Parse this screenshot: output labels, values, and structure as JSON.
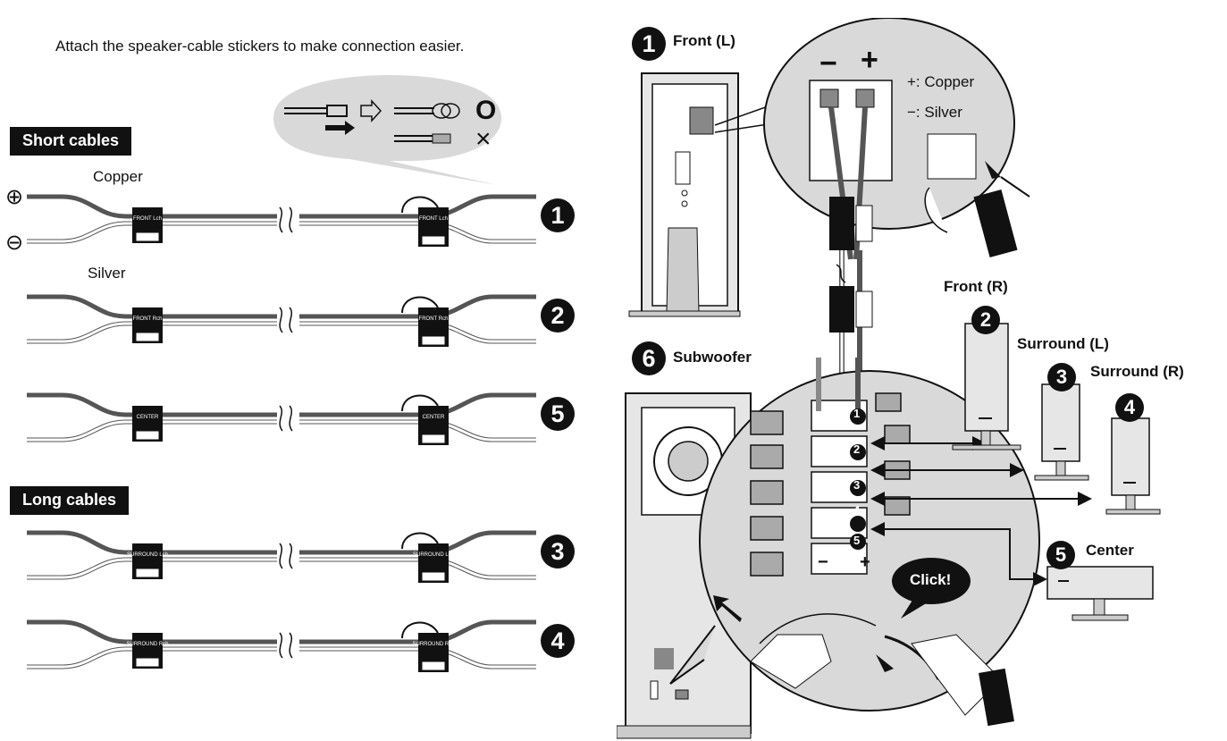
{
  "instruction": "Attach the speaker-cable stickers to make connection easier.",
  "sections": {
    "short_label": "Short cables",
    "long_label": "Long cables"
  },
  "cable_labels": {
    "plus_symbol": "⊕",
    "minus_symbol": "⊖",
    "copper": "Copper",
    "silver": "Silver"
  },
  "cable_rows": [
    {
      "number": "1",
      "sticker": "FRONT Lch"
    },
    {
      "number": "2",
      "sticker": "FRONT Rch"
    },
    {
      "number": "5",
      "sticker": "CENTER"
    },
    {
      "number": "3",
      "sticker": "SURROUND Lch"
    },
    {
      "number": "4",
      "sticker": "SURROUND Rch"
    }
  ],
  "strip_hint": {
    "ok_mark": "O",
    "ng_mark": "×"
  },
  "front_l": {
    "number": "1",
    "label": "Front (L)"
  },
  "polarity": {
    "minus_sign": "−",
    "plus_sign": "+",
    "plus_legend": "+: Copper",
    "minus_legend": "−: Silver"
  },
  "front_r": {
    "number": "2",
    "label": "Front (R)"
  },
  "surround_l": {
    "number": "3",
    "label": "Surround (L)"
  },
  "surround_r": {
    "number": "4",
    "label": "Surround (R)"
  },
  "subwoofer": {
    "number": "6",
    "label": "Subwoofer"
  },
  "center": {
    "number": "5",
    "label": "Center"
  },
  "terminal_numbers": [
    "1",
    "2",
    "3",
    "4",
    "5"
  ],
  "terminal_polarity": {
    "minus": "−",
    "plus": "+"
  },
  "click_label": "Click!",
  "colors": {
    "ink": "#111111",
    "cable_copper": "#8a8a8a",
    "cable_silver": "#ffffff",
    "bubble": "#d9d9d9",
    "panel": "#e6e6e6"
  }
}
